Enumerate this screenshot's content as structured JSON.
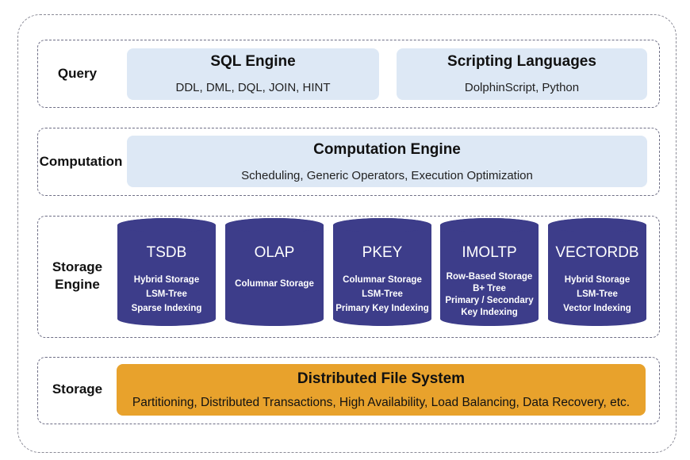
{
  "layers": {
    "query": {
      "label": "Query",
      "boxes": [
        {
          "title": "SQL Engine",
          "subtitle": "DDL, DML, DQL, JOIN, HINT"
        },
        {
          "title": "Scripting Languages",
          "subtitle": "DolphinScript, Python"
        }
      ]
    },
    "computation": {
      "label": "Computation",
      "box": {
        "title": "Computation Engine",
        "subtitle": "Scheduling, Generic Operators, Execution Optimization"
      }
    },
    "storage_engine": {
      "label_line1": "Storage",
      "label_line2": "Engine",
      "engines": [
        {
          "name": "TSDB",
          "lines": [
            "Hybrid Storage",
            "LSM-Tree",
            "Sparse Indexing"
          ]
        },
        {
          "name": "OLAP",
          "lines": [
            "Columnar Storage"
          ]
        },
        {
          "name": "PKEY",
          "lines": [
            "Columnar Storage",
            "LSM-Tree",
            "Primary Key Indexing"
          ]
        },
        {
          "name": "IMOLTP",
          "lines": [
            "Row-Based Storage",
            "B+ Tree",
            "Primary / Secondary",
            "Key Indexing"
          ]
        },
        {
          "name": "VECTORDB",
          "lines": [
            "Hybrid Storage",
            "LSM-Tree",
            "Vector Indexing"
          ]
        }
      ],
      "cylinder_color": "#3d3d8a"
    },
    "storage": {
      "label": "Storage",
      "box": {
        "title": "Distributed File System",
        "subtitle": "Partitioning, Distributed Transactions, High Availability, Load Balancing, Data Recovery, etc."
      },
      "box_color": "#e8a22c"
    }
  }
}
